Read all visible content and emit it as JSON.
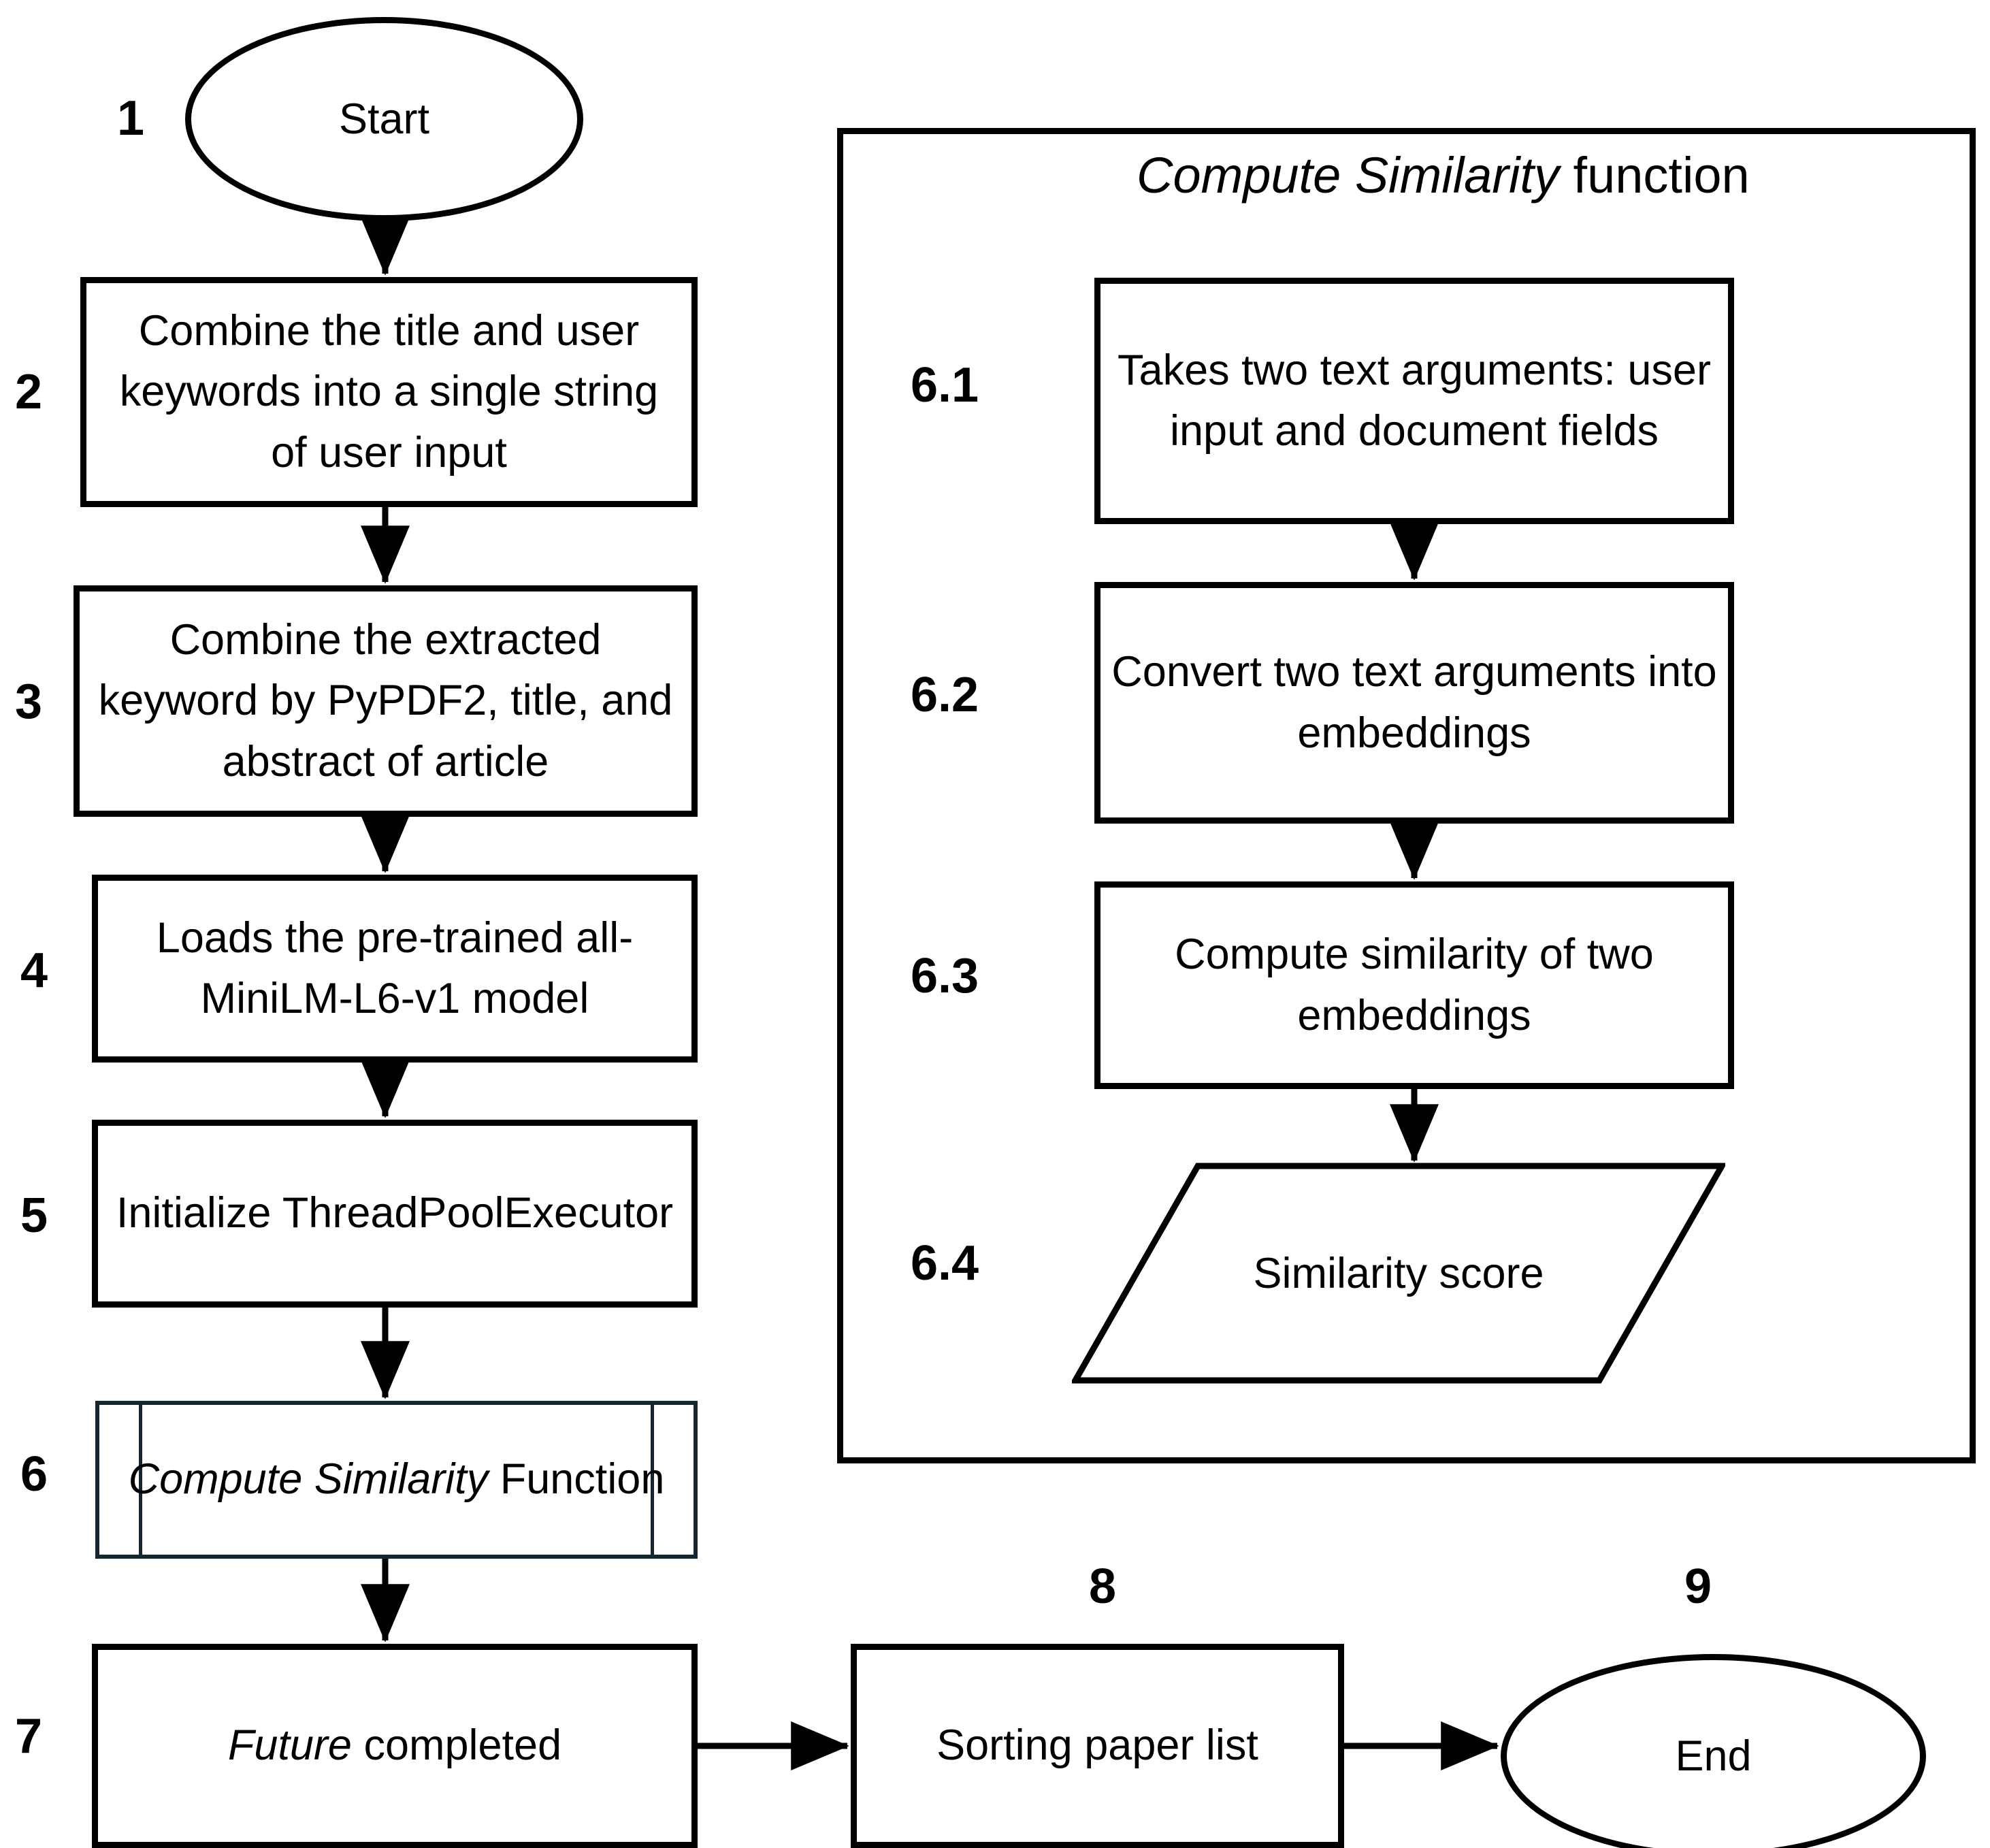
{
  "diagram": {
    "title_panel": {
      "italic_part": "Compute Similarity",
      "plain_part": " function"
    },
    "nodes": {
      "n1": {
        "number": "1",
        "label": "Start",
        "shape": "terminator"
      },
      "n2": {
        "number": "2",
        "label": "Combine the title and user keywords into a single string of user input",
        "shape": "process"
      },
      "n3": {
        "number": "3",
        "label": "Combine the extracted keyword by PyPDF2, title, and abstract of article",
        "shape": "process"
      },
      "n4": {
        "number": "4",
        "label": "Loads the pre-trained all-MiniLM-L6-v1 model",
        "shape": "process"
      },
      "n5": {
        "number": "5",
        "label": "Initialize ThreadPoolExecutor",
        "shape": "process"
      },
      "n6": {
        "number": "6",
        "italic_part": "Compute Similarity",
        "plain_part": " Function",
        "shape": "subroutine"
      },
      "n7": {
        "number": "7",
        "italic_part": "Future",
        "plain_part": " completed",
        "shape": "process"
      },
      "n8": {
        "number": "8",
        "label": "Sorting paper list",
        "shape": "process"
      },
      "n9": {
        "number": "9",
        "label": "End",
        "shape": "terminator"
      },
      "n61": {
        "number": "6.1",
        "label": "Takes two text arguments: user input and document fields",
        "shape": "process"
      },
      "n62": {
        "number": "6.2",
        "label": "Convert two text arguments into embeddings",
        "shape": "process"
      },
      "n63": {
        "number": "6.3",
        "label": "Compute similarity of two embeddings",
        "shape": "process"
      },
      "n64": {
        "number": "6.4",
        "label": "Similarity score",
        "shape": "data-parallelogram"
      }
    },
    "colors": {
      "stroke": "#000000",
      "subroutine_stroke": "#16262f",
      "background": "#ffffff"
    }
  }
}
